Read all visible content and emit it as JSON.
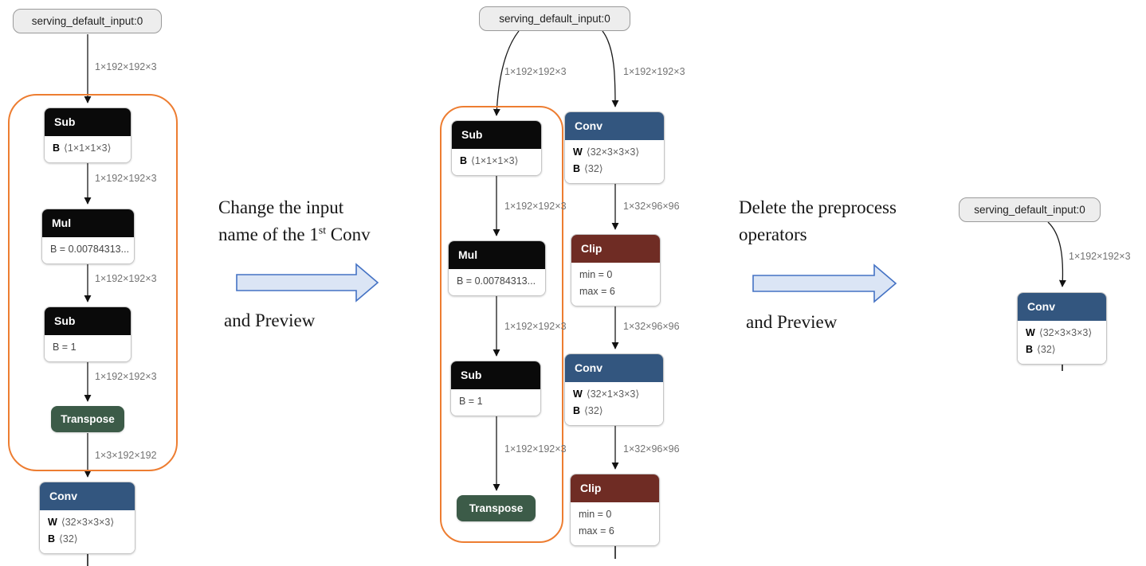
{
  "colors": {
    "op_black": "#0a0a0a",
    "op_blue": "#33567f",
    "op_red": "#6f2c24",
    "op_green": "#3c5b48",
    "highlight_orange": "#ed7d31",
    "big_arrow_fill": "#dbe5f5",
    "big_arrow_stroke": "#4472c4",
    "io_fill": "#ededed"
  },
  "annotations": {
    "change": {
      "line1": "Change the input",
      "line2_prefix": "name of the 1",
      "line2_sup": "st",
      "line2_suffix": " Conv",
      "line3": "and Preview"
    },
    "delete": {
      "line1": "Delete the preprocess",
      "line2": "operators",
      "line3": "and Preview"
    }
  },
  "graphs": {
    "left": {
      "input": "serving_default_input:0",
      "labels": {
        "l0": "1×192×192×3",
        "l1": "1×192×192×3",
        "l2": "1×192×192×3",
        "l3": "1×192×192×3",
        "l4": "1×3×192×192"
      },
      "nodes": {
        "sub1": {
          "title": "Sub",
          "param": "B",
          "shape": "⟨1×1×1×3⟩"
        },
        "mul": {
          "title": "Mul",
          "attr": "B = 0.00784313..."
        },
        "sub2": {
          "title": "Sub",
          "attr": "B = 1"
        },
        "transpose": {
          "title": "Transpose"
        },
        "conv": {
          "title": "Conv",
          "w_name": "W",
          "w_shape": "⟨32×3×3×3⟩",
          "b_name": "B",
          "b_shape": "⟨32⟩"
        }
      }
    },
    "middle": {
      "input": "serving_default_input:0",
      "left_labels": {
        "l0": "1×192×192×3",
        "l1": "1×192×192×3",
        "l2": "1×192×192×3",
        "l3": "1×192×192×3"
      },
      "right_labels": {
        "r0": "1×192×192×3",
        "r1": "1×32×96×96",
        "r2": "1×32×96×96",
        "r3": "1×32×96×96"
      },
      "nodes": {
        "sub1": {
          "title": "Sub",
          "param": "B",
          "shape": "⟨1×1×1×3⟩"
        },
        "mul": {
          "title": "Mul",
          "attr": "B = 0.00784313..."
        },
        "sub2": {
          "title": "Sub",
          "attr": "B = 1"
        },
        "transpose": {
          "title": "Transpose"
        },
        "conv1": {
          "title": "Conv",
          "w_name": "W",
          "w_shape": "⟨32×3×3×3⟩",
          "b_name": "B",
          "b_shape": "⟨32⟩"
        },
        "clip1": {
          "title": "Clip",
          "attr1": "min = 0",
          "attr2": "max = 6"
        },
        "conv2": {
          "title": "Conv",
          "w_name": "W",
          "w_shape": "⟨32×1×3×3⟩",
          "b_name": "B",
          "b_shape": "⟨32⟩"
        },
        "clip2": {
          "title": "Clip",
          "attr1": "min = 0",
          "attr2": "max = 6"
        }
      }
    },
    "right": {
      "input": "serving_default_input:0",
      "labels": {
        "l0": "1×192×192×3"
      },
      "nodes": {
        "conv": {
          "title": "Conv",
          "w_name": "W",
          "w_shape": "⟨32×3×3×3⟩",
          "b_name": "B",
          "b_shape": "⟨32⟩"
        }
      }
    }
  }
}
